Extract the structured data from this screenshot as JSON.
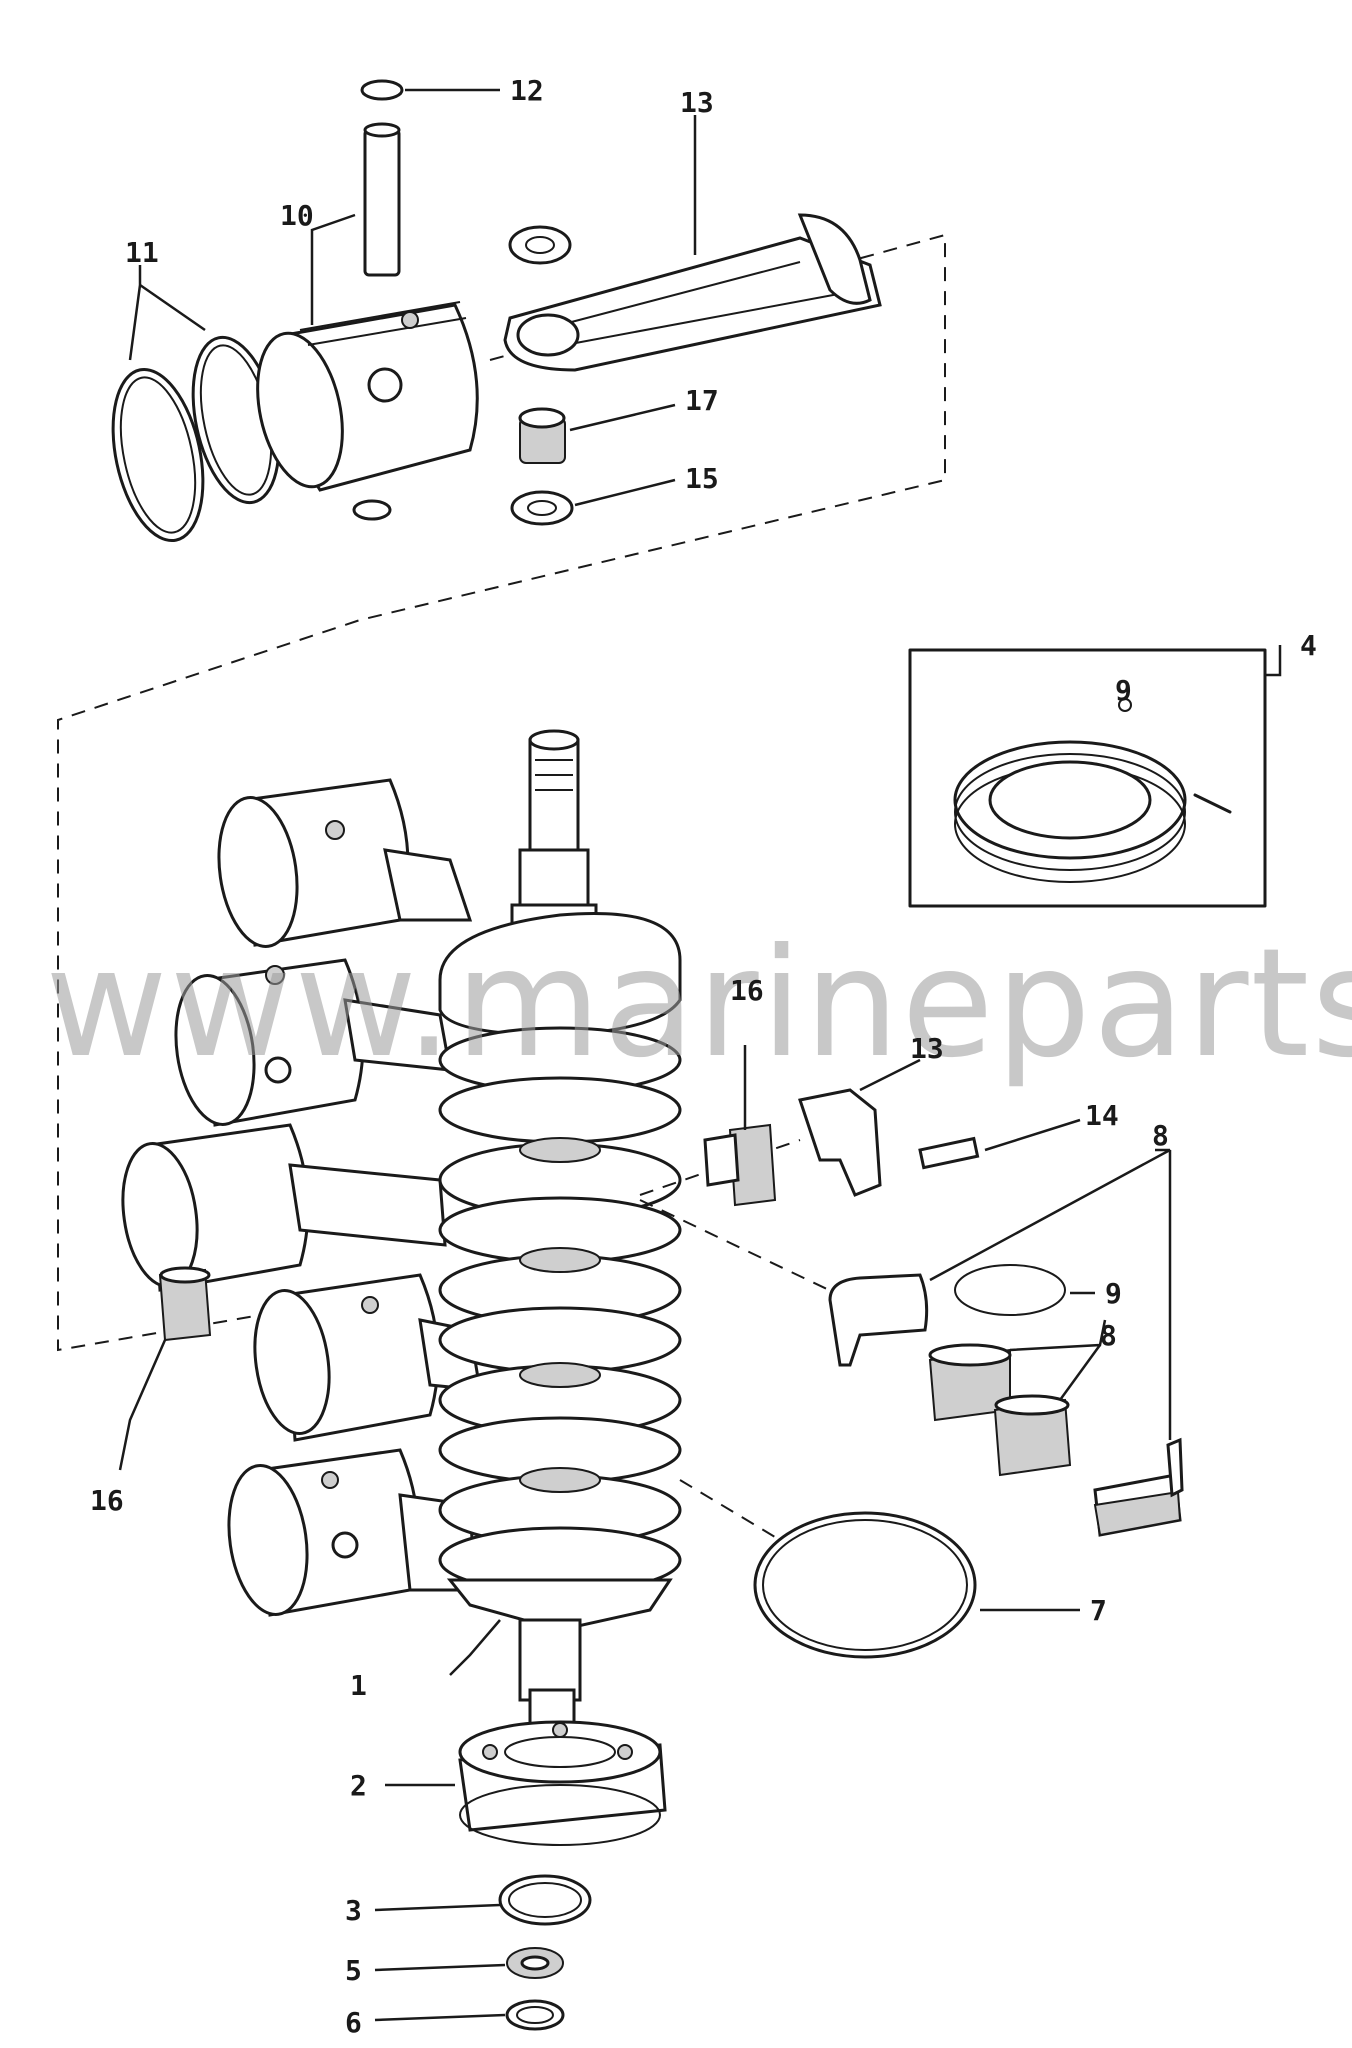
{
  "watermark": "www.marineparts.eu",
  "callouts": {
    "c1": "1",
    "c2": "2",
    "c3": "3",
    "c4": "4",
    "c5": "5",
    "c6": "6",
    "c7": "7",
    "c8a": "8",
    "c8b": "8",
    "c9a": "9",
    "c9b": "9",
    "c10": "10",
    "c11": "11",
    "c12": "12",
    "c13a": "13",
    "c13b": "13",
    "c14": "14",
    "c15": "15",
    "c16a": "16",
    "c16b": "16",
    "c17": "17"
  },
  "colors": {
    "ink": "#1a1a1a",
    "watermark": "#9a9a9a",
    "background": "#ffffff"
  }
}
